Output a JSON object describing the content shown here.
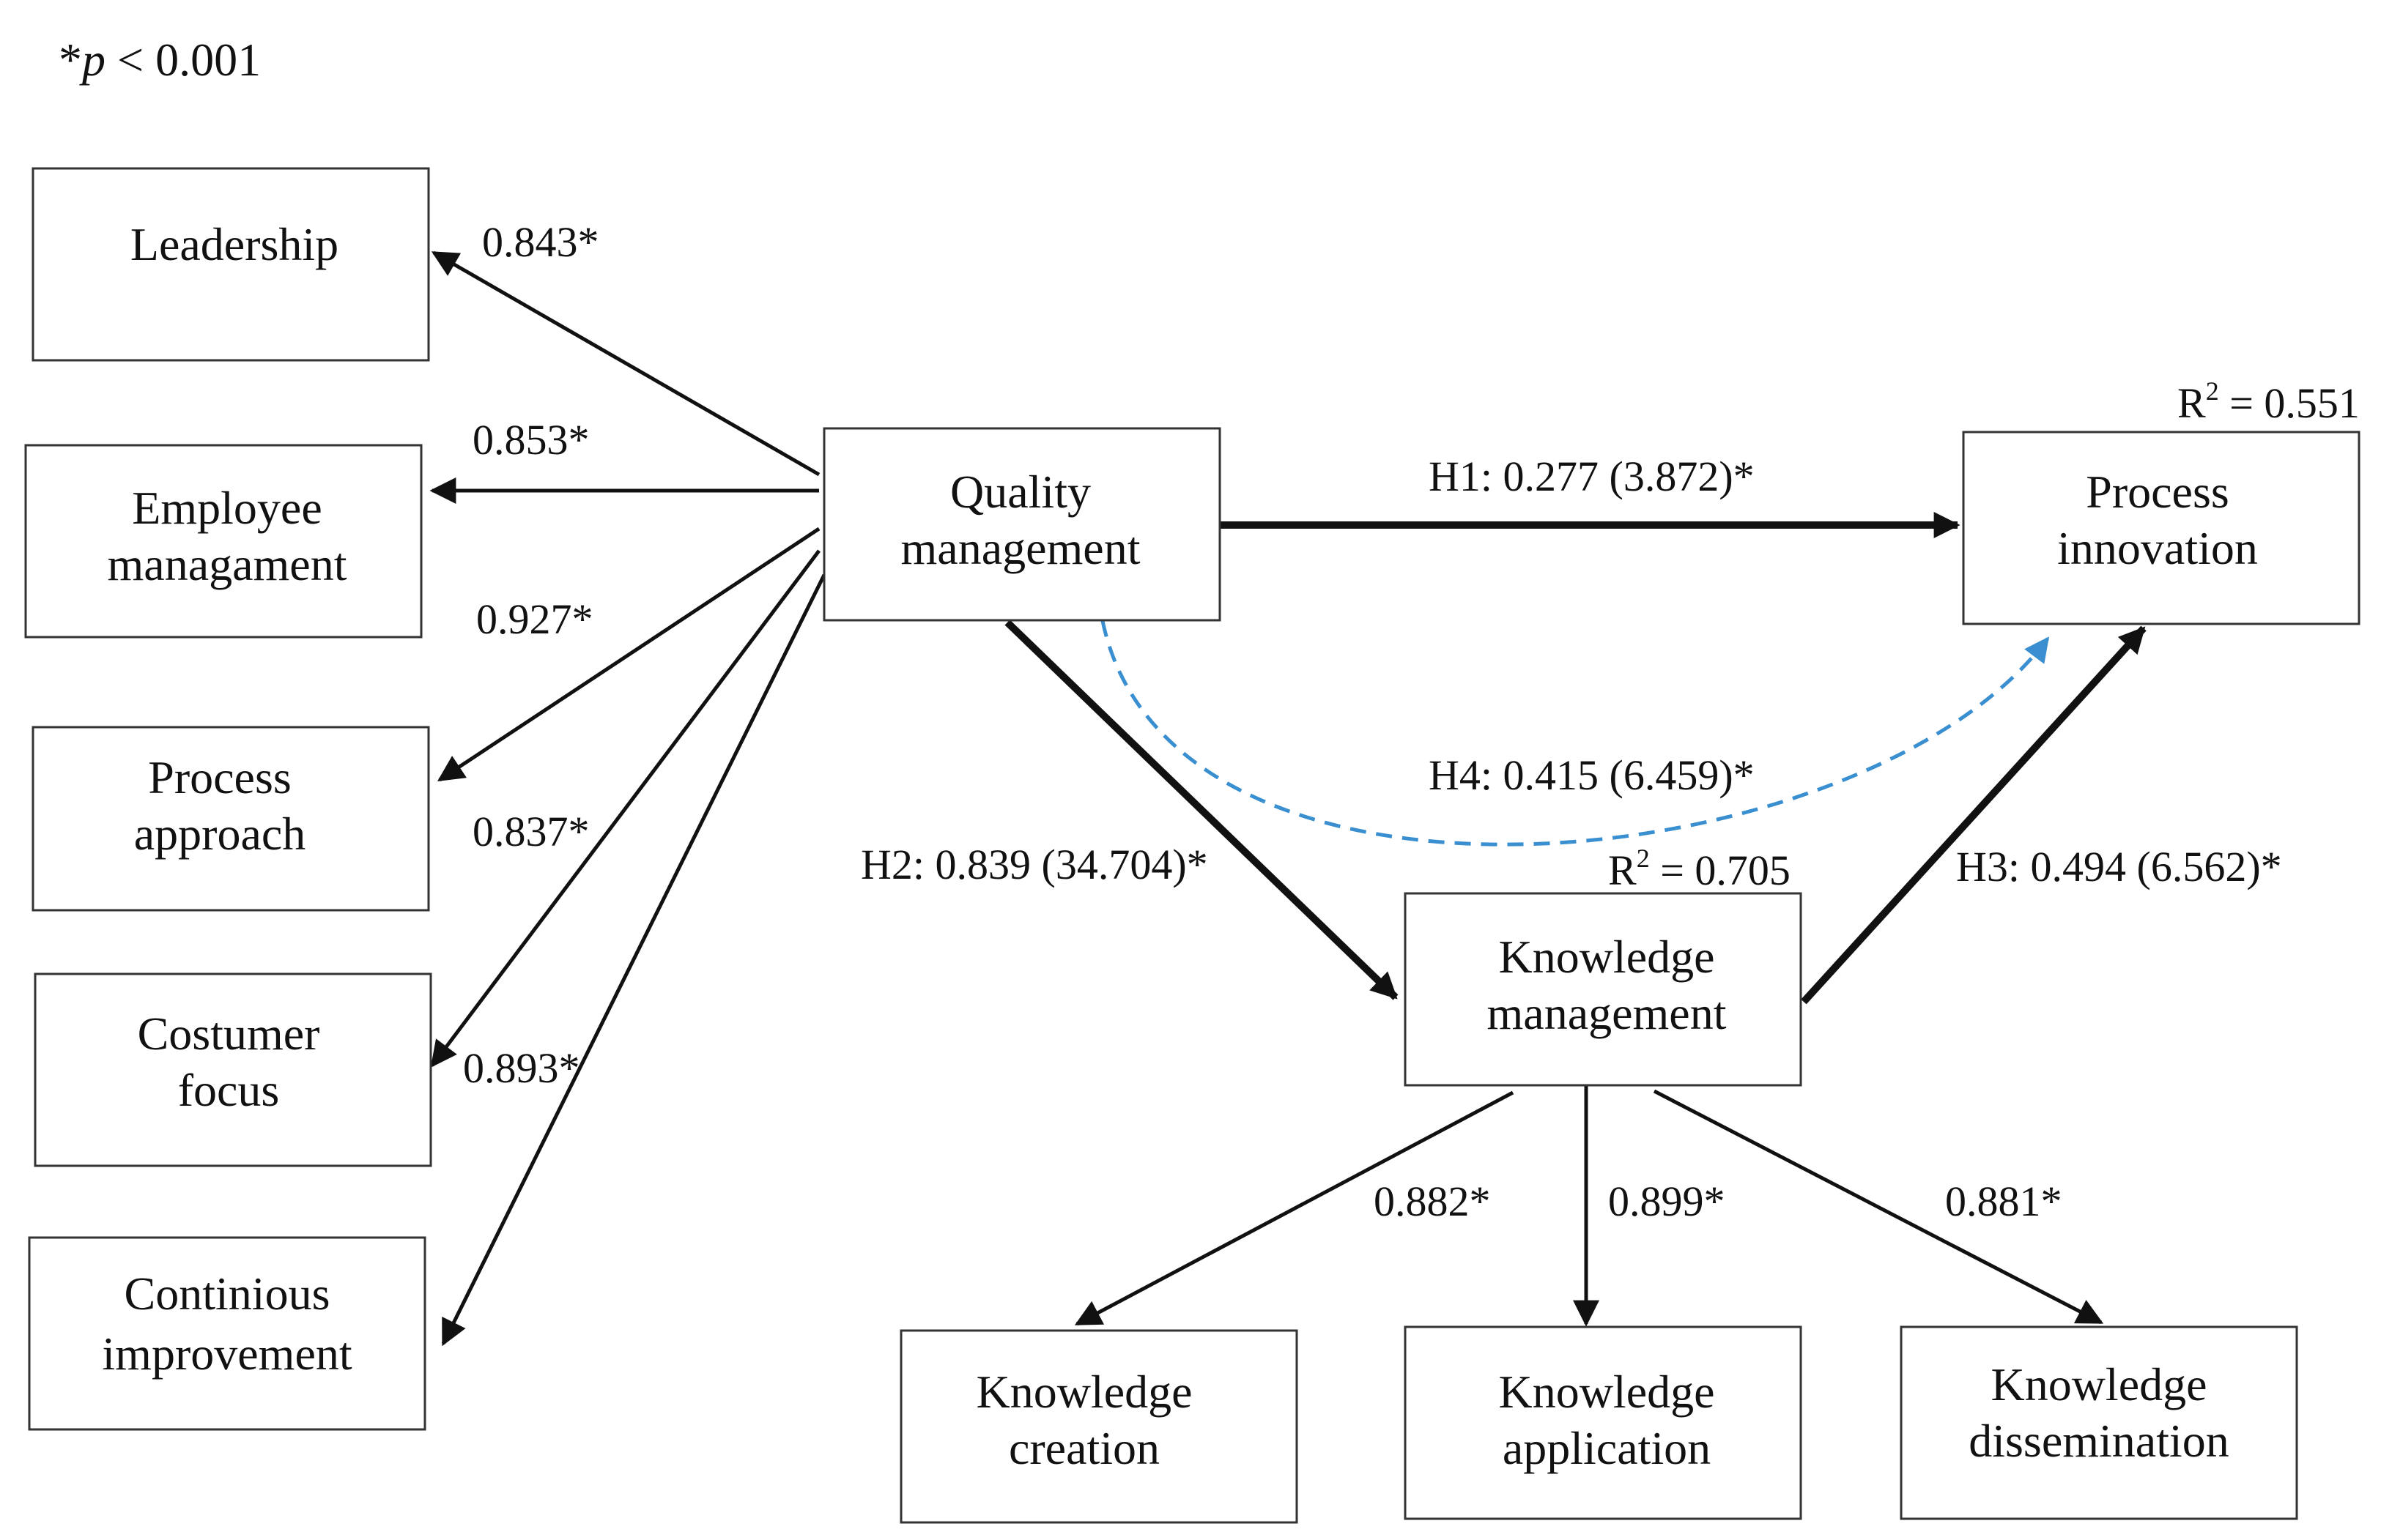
{
  "note": {
    "star": "*",
    "p": "p",
    "rest": " < 0.001"
  },
  "nodes": {
    "leadership": {
      "lines": [
        "Leadership"
      ]
    },
    "employee": {
      "lines": [
        "Employee",
        "managament"
      ]
    },
    "process_approach": {
      "lines": [
        "Process",
        "approach"
      ]
    },
    "costumer_focus": {
      "lines": [
        "Costumer",
        "focus"
      ]
    },
    "continuous_improvement": {
      "lines": [
        "Continious",
        "improvement"
      ]
    },
    "quality_management": {
      "lines": [
        "Quality",
        "management"
      ]
    },
    "process_innovation": {
      "lines": [
        "Process",
        "innovation"
      ],
      "r2": "0.551"
    },
    "knowledge_management": {
      "lines": [
        "Knowledge",
        "management"
      ],
      "r2": "0.705"
    },
    "knowledge_creation": {
      "lines": [
        "Knowledge",
        "creation"
      ]
    },
    "knowledge_application": {
      "lines": [
        "Knowledge",
        "application"
      ]
    },
    "knowledge_dissemination": {
      "lines": [
        "Knowledge",
        "dissemination"
      ]
    }
  },
  "r2_prefix": "R",
  "r2_sup": "2",
  "r2_eq": " = ",
  "loadings": {
    "leadership": "0.843*",
    "employee": "0.853*",
    "process_approach": "0.927*",
    "costumer_focus": "0.837*",
    "continuous_improvement": "0.893*",
    "knowledge_creation": "0.882*",
    "knowledge_application": "0.899*",
    "knowledge_dissemination": "0.881*"
  },
  "hypotheses": {
    "h1": "H1: 0.277 (3.872)*",
    "h2": "H2: 0.839 (34.704)*",
    "h3": "H3: 0.494 (6.562)*",
    "h4": "H4: 0.415 (6.459)*"
  },
  "colors": {
    "mediation_path": "#3a8fd0",
    "lines": "#111111",
    "box_border": "#333333"
  }
}
